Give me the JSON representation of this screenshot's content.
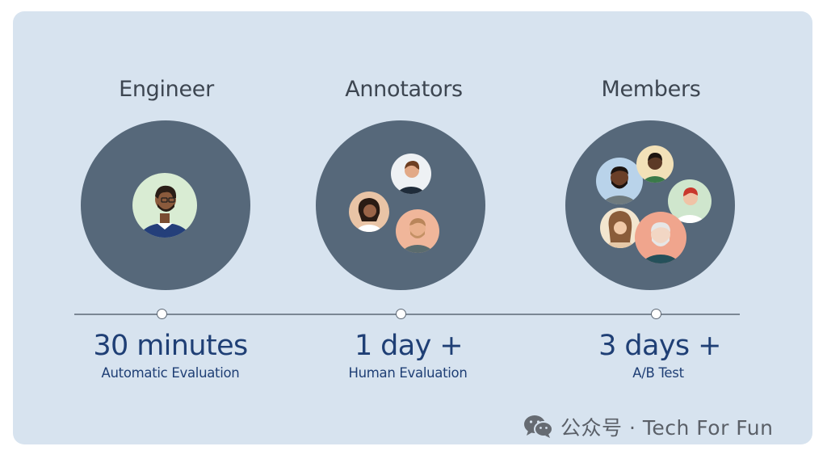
{
  "columns": [
    {
      "title": "Engineer",
      "duration": "30 minutes",
      "evaluation": "Automatic Evaluation",
      "avatar_icons": [
        "person-avatar-icon"
      ]
    },
    {
      "title": "Annotators",
      "duration": "1 day +",
      "evaluation": "Human Evaluation",
      "avatar_icons": [
        "person-avatar-icon",
        "person-avatar-icon",
        "person-avatar-icon"
      ]
    },
    {
      "title": "Members",
      "duration": "3 days +",
      "evaluation": "A/B Test",
      "avatar_icons": [
        "person-avatar-icon",
        "person-avatar-icon",
        "person-avatar-icon",
        "person-avatar-icon",
        "person-avatar-icon"
      ]
    }
  ],
  "watermark": {
    "text": "公众号 · Tech For Fun",
    "icon": "wechat-icon"
  },
  "colors": {
    "card_background": "#d7e3ef",
    "circle": "#56687a",
    "title_text": "#3d4651",
    "duration_text": "#1f3f75"
  }
}
